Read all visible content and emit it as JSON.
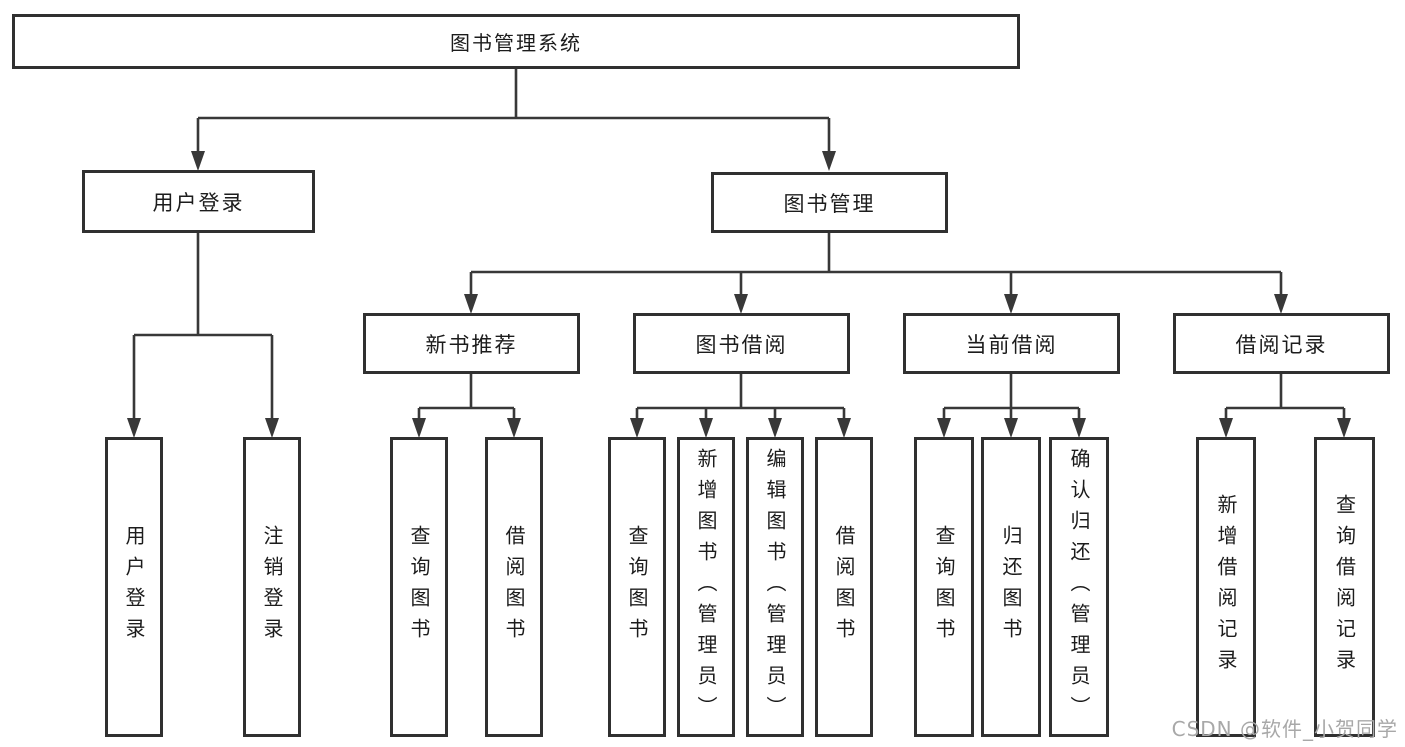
{
  "diagram_title": "图书管理系统",
  "nodes": {
    "root": {
      "label": "图书管理系统"
    },
    "user_login": {
      "label": "用户登录"
    },
    "book_mgmt": {
      "label": "图书管理"
    },
    "new_book_rec": {
      "label": "新书推荐"
    },
    "book_borrow": {
      "label": "图书借阅"
    },
    "current_borrow": {
      "label": "当前借阅"
    },
    "borrow_records": {
      "label": "借阅记录"
    },
    "leaf_user_login": {
      "label": "用户登录"
    },
    "leaf_logout": {
      "label": "注销登录"
    },
    "leaf_query_book_rec": {
      "label": "查询图书"
    },
    "leaf_borrow_book_rec": {
      "label": "借阅图书"
    },
    "leaf_query_book_borrow": {
      "label": "查询图书"
    },
    "leaf_add_book": {
      "label": "新增图书（管理员）"
    },
    "leaf_edit_book": {
      "label": "编辑图书（管理员）"
    },
    "leaf_borrow_book": {
      "label": "借阅图书"
    },
    "leaf_query_book_current": {
      "label": "查询图书"
    },
    "leaf_return_book": {
      "label": "归还图书"
    },
    "leaf_confirm_return": {
      "label": "确认归还（管理员）"
    },
    "leaf_add_record": {
      "label": "新增借阅记录"
    },
    "leaf_query_record": {
      "label": "查询借阅记录"
    }
  },
  "hierarchy": {
    "图书管理系统": {
      "用户登录": [
        "用户登录",
        "注销登录"
      ],
      "图书管理": {
        "新书推荐": [
          "查询图书",
          "借阅图书"
        ],
        "图书借阅": [
          "查询图书",
          "新增图书（管理员）",
          "编辑图书（管理员）",
          "借阅图书"
        ],
        "当前借阅": [
          "查询图书",
          "归还图书",
          "确认归还（管理员）"
        ],
        "借阅记录": [
          "新增借阅记录",
          "查询借阅记录"
        ]
      }
    }
  },
  "watermark": "CSDN @软件_小贺同学",
  "colors": {
    "line": "#383838",
    "box_border": "#303030",
    "box_fill": "#ffffff",
    "text": "#1c1c1c",
    "watermark": "#a8a8a8",
    "background": "#ffffff"
  }
}
